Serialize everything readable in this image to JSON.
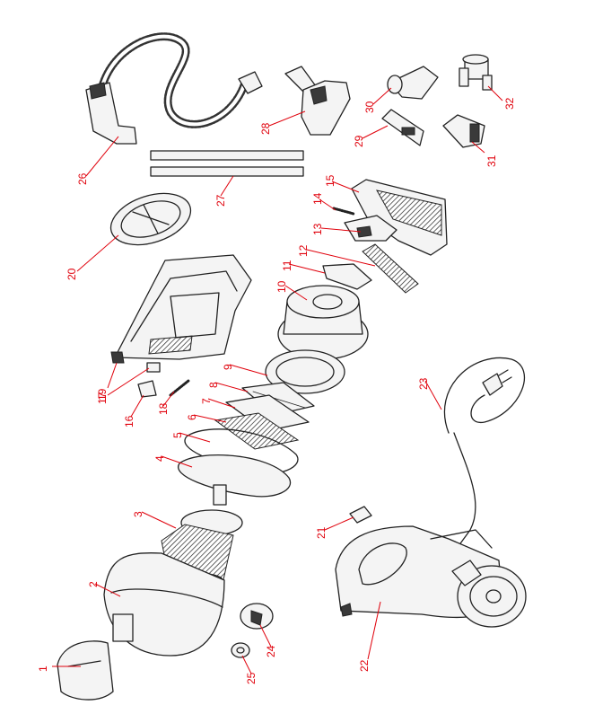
{
  "diagram": {
    "accent_color": "#e0000b",
    "line_color": "#222222",
    "callouts": [
      {
        "id": "p1",
        "label": "1"
      },
      {
        "id": "p2",
        "label": "2"
      },
      {
        "id": "p3",
        "label": "3"
      },
      {
        "id": "p4",
        "label": "4"
      },
      {
        "id": "p5",
        "label": "5"
      },
      {
        "id": "p6",
        "label": "6"
      },
      {
        "id": "p7",
        "label": "7"
      },
      {
        "id": "p8",
        "label": "8"
      },
      {
        "id": "p9",
        "label": "9"
      },
      {
        "id": "p10",
        "label": "10"
      },
      {
        "id": "p11",
        "label": "11"
      },
      {
        "id": "p12",
        "label": "12"
      },
      {
        "id": "p13",
        "label": "13"
      },
      {
        "id": "p14",
        "label": "14"
      },
      {
        "id": "p15",
        "label": "15"
      },
      {
        "id": "p16",
        "label": "16"
      },
      {
        "id": "p17",
        "label": "17"
      },
      {
        "id": "p18",
        "label": "18"
      },
      {
        "id": "p19",
        "label": "19"
      },
      {
        "id": "p20",
        "label": "20"
      },
      {
        "id": "p21",
        "label": "21"
      },
      {
        "id": "p22",
        "label": "22"
      },
      {
        "id": "p23",
        "label": "23"
      },
      {
        "id": "p24",
        "label": "24"
      },
      {
        "id": "p25",
        "label": "25"
      },
      {
        "id": "p26",
        "label": "26"
      },
      {
        "id": "p27",
        "label": "27"
      },
      {
        "id": "p28",
        "label": "28"
      },
      {
        "id": "p29",
        "label": "29"
      },
      {
        "id": "p30",
        "label": "30"
      },
      {
        "id": "p31",
        "label": "31"
      },
      {
        "id": "p32",
        "label": "32"
      }
    ]
  }
}
